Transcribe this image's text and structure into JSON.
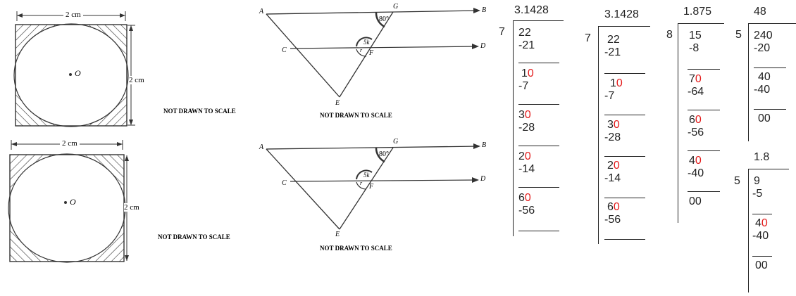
{
  "square_figure": {
    "width_label": "2 cm",
    "height_label": "2 cm",
    "center_label": "O",
    "scale_note": "NOT DRAWN TO SCALE"
  },
  "triangle_figure": {
    "labels": {
      "A": "A",
      "B": "B",
      "C": "C",
      "D": "D",
      "E": "E",
      "F": "F",
      "G": "G"
    },
    "angle_g": "80°",
    "angle_f": "5k",
    "angle_f_small": "r",
    "scale_note": "NOT DRAWN TO SCALE"
  },
  "divisions": [
    {
      "quotient": "3.1428",
      "divisor": "7",
      "steps": [
        {
          "lead": "22",
          "red": ""
        },
        {
          "lead": "-21",
          "red": ""
        },
        {
          "lead": "1",
          "red": "0"
        },
        {
          "lead": "-7",
          "red": ""
        },
        {
          "lead": "3",
          "red": "0"
        },
        {
          "lead": "-28",
          "red": ""
        },
        {
          "lead": "2",
          "red": "0"
        },
        {
          "lead": "-14",
          "red": ""
        },
        {
          "lead": "6",
          "red": "0"
        },
        {
          "lead": "-56",
          "red": ""
        }
      ]
    },
    {
      "quotient": "3.1428",
      "divisor": "7",
      "steps": [
        {
          "lead": "22",
          "red": ""
        },
        {
          "lead": "-21",
          "red": ""
        },
        {
          "lead": "1",
          "red": "0"
        },
        {
          "lead": "-7",
          "red": ""
        },
        {
          "lead": "3",
          "red": "0"
        },
        {
          "lead": "-28",
          "red": ""
        },
        {
          "lead": "2",
          "red": "0"
        },
        {
          "lead": "-14",
          "red": ""
        },
        {
          "lead": "6",
          "red": "0"
        },
        {
          "lead": "-56",
          "red": ""
        }
      ]
    },
    {
      "quotient": "1.875",
      "divisor": "8",
      "steps": [
        {
          "lead": "15",
          "red": ""
        },
        {
          "lead": "-8",
          "red": ""
        },
        {
          "lead": "7",
          "red": "0"
        },
        {
          "lead": "-64",
          "red": ""
        },
        {
          "lead": "6",
          "red": "0"
        },
        {
          "lead": "-56",
          "red": ""
        },
        {
          "lead": "4",
          "red": "0"
        },
        {
          "lead": "-40",
          "red": ""
        },
        {
          "lead": "00",
          "red": ""
        }
      ]
    },
    {
      "quotient": "48",
      "divisor": "5",
      "steps": [
        {
          "lead": "240",
          "red": ""
        },
        {
          "lead": "-20",
          "red": ""
        },
        {
          "lead": "40",
          "red": ""
        },
        {
          "lead": "-40",
          "red": ""
        },
        {
          "lead": "00",
          "red": ""
        }
      ]
    },
    {
      "quotient": "1.8",
      "divisor": "5",
      "steps": [
        {
          "lead": "9",
          "red": ""
        },
        {
          "lead": "-5",
          "red": ""
        },
        {
          "lead": "4",
          "red": "0"
        },
        {
          "lead": "-40",
          "red": ""
        },
        {
          "lead": "00",
          "red": ""
        }
      ]
    }
  ]
}
